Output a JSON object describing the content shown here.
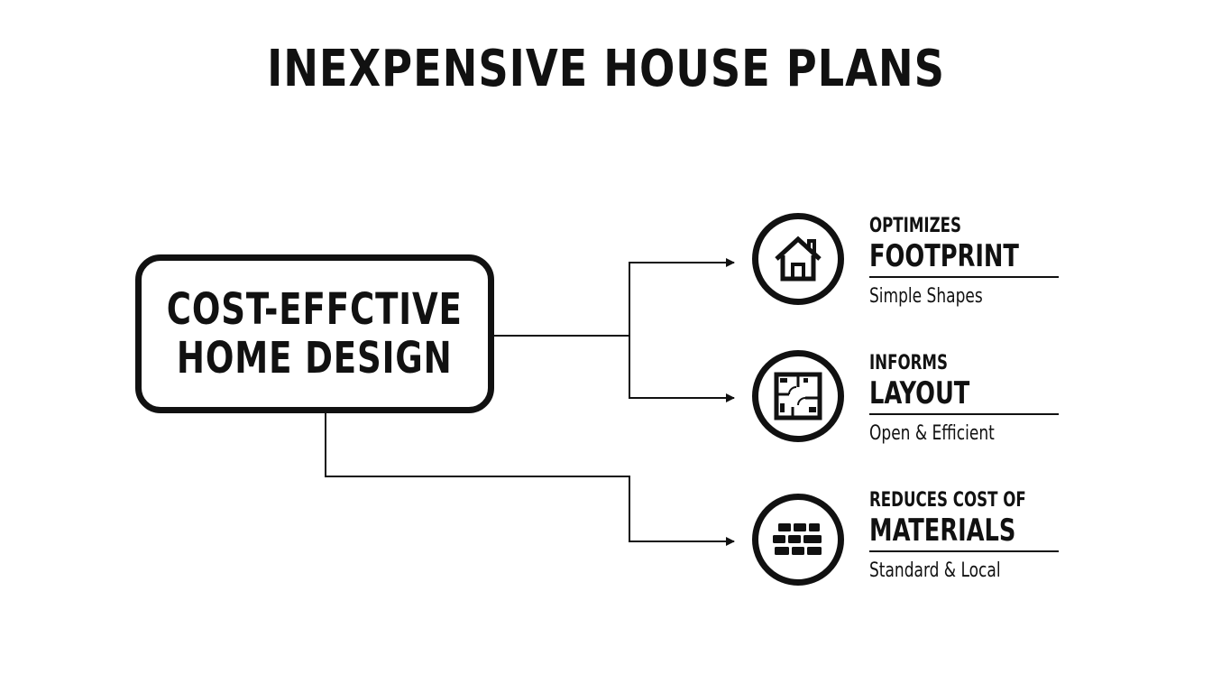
{
  "title": "INEXPENSIVE HOUSE PLANS",
  "main_node": {
    "line1": "COST-EFFCTIVE",
    "line2": "HOME DESIGN"
  },
  "branches": [
    {
      "icon": "house-icon",
      "kicker": "OPTIMIZES",
      "headline": "FOOTPRINT",
      "sub": "Simple Shapes"
    },
    {
      "icon": "floor-plan-icon",
      "kicker": "INFORMS",
      "headline": "LAYOUT",
      "sub": "Open & Efficient"
    },
    {
      "icon": "bricks-icon",
      "kicker": "REDUCES COST OF",
      "headline": "MATERIALS",
      "sub": "Standard & Local"
    }
  ],
  "colors": {
    "ink": "#111111",
    "background": "#ffffff"
  }
}
